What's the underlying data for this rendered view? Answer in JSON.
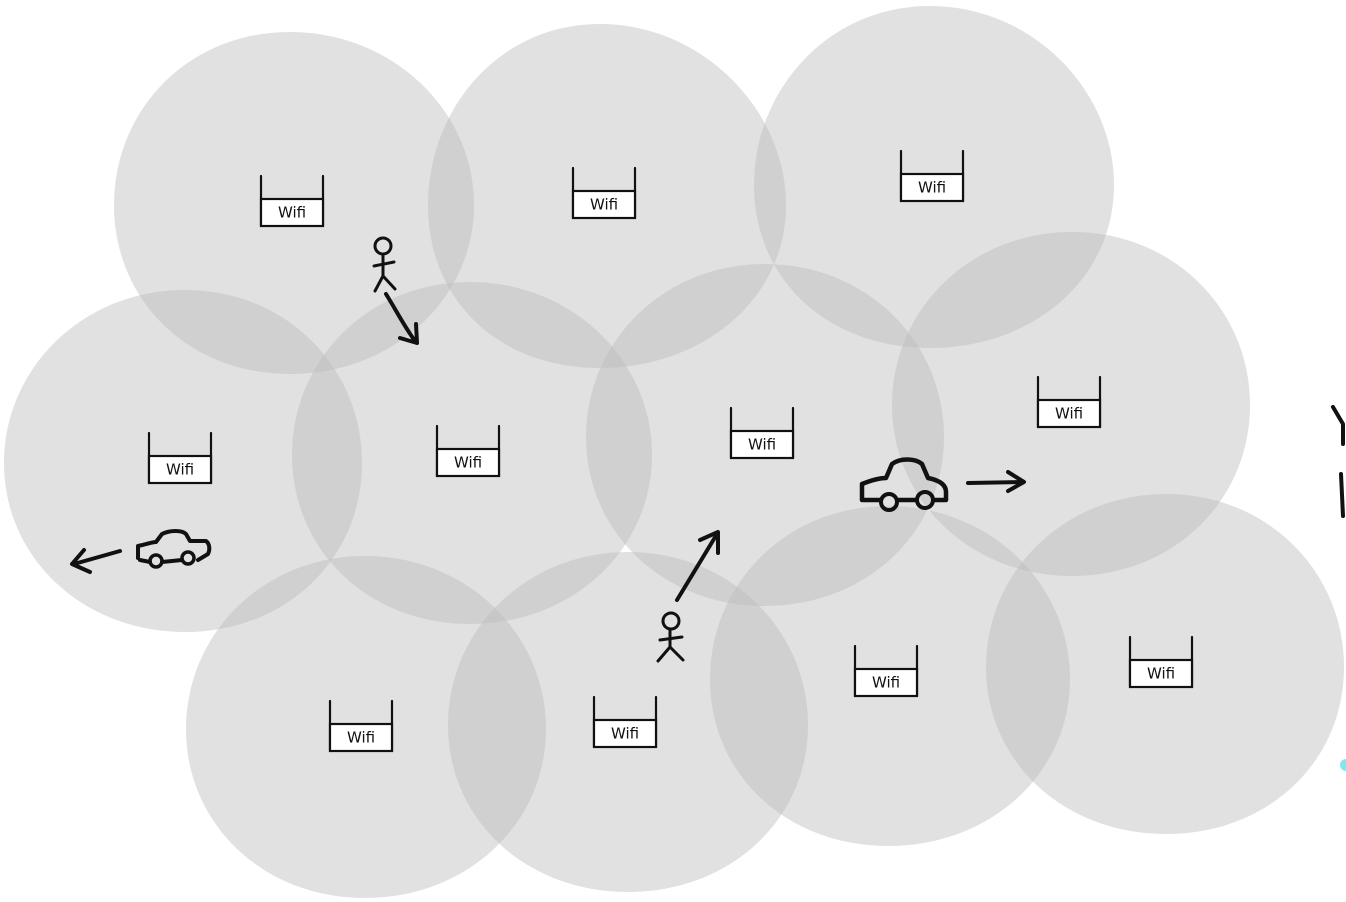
{
  "diagram": {
    "access_points": [
      {
        "label": "Wifi"
      },
      {
        "label": "Wifi"
      },
      {
        "label": "Wifi"
      },
      {
        "label": "Wifi"
      },
      {
        "label": "Wifi"
      },
      {
        "label": "Wifi"
      },
      {
        "label": "Wifi"
      },
      {
        "label": "Wifi"
      },
      {
        "label": "Wifi"
      },
      {
        "label": "Wifi"
      },
      {
        "label": "Wifi"
      }
    ],
    "coverage_color": "#bdbdbd",
    "ink_color": "#111111"
  }
}
